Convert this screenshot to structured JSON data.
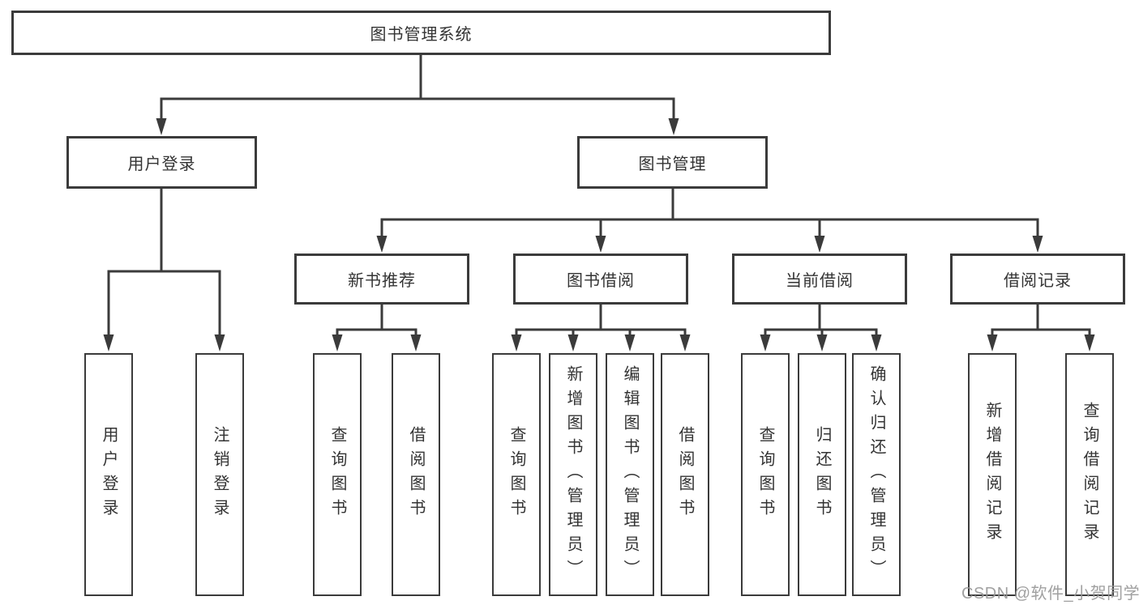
{
  "diagram": {
    "root": {
      "label": "图书管理系统"
    },
    "level2": [
      {
        "label": "用户登录"
      },
      {
        "label": "图书管理"
      }
    ],
    "level3": [
      {
        "label": "新书推荐"
      },
      {
        "label": "图书借阅"
      },
      {
        "label": "当前借阅"
      },
      {
        "label": "借阅记录"
      }
    ],
    "leaves": {
      "user_login": [
        "用户登录",
        "注销登录"
      ],
      "new_book_recommend": [
        "查询图书",
        "借阅图书"
      ],
      "book_borrow": [
        "查询图书",
        "新增图书（管理员）",
        "编辑图书（管理员）",
        "借阅图书"
      ],
      "current_borrow": [
        "查询图书",
        "归还图书",
        "确认归还（管理员）"
      ],
      "borrow_records": [
        "新增借阅记录",
        "查询借阅记录"
      ]
    }
  },
  "watermark": "CSDN @软件_小贺同学",
  "colors": {
    "line": "#3b3b3b",
    "text": "#333333",
    "watermark": "#989898",
    "background": "#ffffff"
  }
}
